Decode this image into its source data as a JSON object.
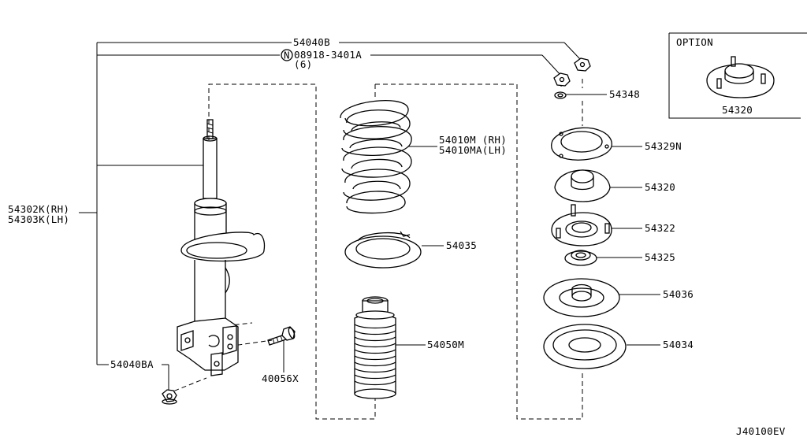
{
  "labels": {
    "p54040B": "54040B",
    "p08918": "08918-3401A",
    "p08918_circle": "N",
    "p08918_qty": "(6)",
    "p54348": "54348",
    "p54329N": "54329N",
    "p54320": "54320",
    "p54322": "54322",
    "p54325": "54325",
    "p54036": "54036",
    "p54034": "54034",
    "p54010M": "54010M (RH)",
    "p54010MA": "54010MA(LH)",
    "p54035": "54035",
    "p54050M": "54050M",
    "p54302K": "54302K(RH)",
    "p54303K": "54303K(LH)",
    "p54040BA": "54040BA",
    "p40056X": "40056X",
    "option_title": "OPTION",
    "option_part": "54320",
    "diagram_id": "J40100EV"
  }
}
